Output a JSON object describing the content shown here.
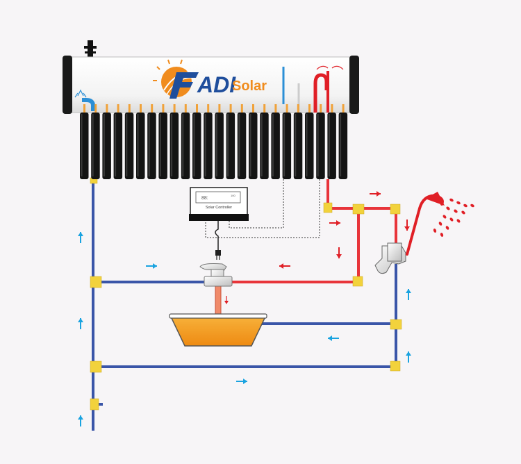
{
  "brand": {
    "name_main": "ADI",
    "name_sub": "Solar"
  },
  "controller": {
    "label": "Solar Controller",
    "display_digits": "88:",
    "display_small": "100"
  },
  "colors": {
    "cold_pipe": "#3a55a8",
    "hot_pipe": "#e8343a",
    "cold_arrow": "#1aa3e0",
    "hot_arrow": "#e01f26",
    "fitting": "#f2d23c",
    "tube": "#141414",
    "basin": "#f29a1e",
    "logo_orange": "#f08c1e",
    "logo_blue": "#1f4e9c"
  },
  "icons": [
    "shower-head-icon",
    "faucet-icon",
    "power-plug-icon",
    "water-tank-icon",
    "vacuum-tube-icon",
    "flow-arrow-icon",
    "sun-logo-icon"
  ],
  "flow_direction": {
    "cold_supply": "up",
    "hot_to_shower": "right",
    "hot_to_faucet": "left"
  }
}
